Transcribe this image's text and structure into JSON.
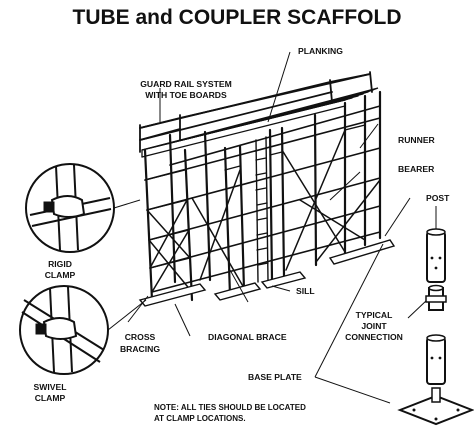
{
  "title": "TUBE and COUPLER SCAFFOLD",
  "labels": {
    "planking": "PLANKING",
    "guard_rail_line1": "GUARD RAIL SYSTEM",
    "guard_rail_line2": "WITH TOE BOARDS",
    "runner": "RUNNER",
    "bearer": "BEARER",
    "post": "POST",
    "rigid_clamp_line1": "RIGID",
    "rigid_clamp_line2": "CLAMP",
    "swivel_clamp_line1": "SWIVEL",
    "swivel_clamp_line2": "CLAMP",
    "sill": "SILL",
    "diagonal_brace": "DIAGONAL BRACE",
    "cross_bracing_line1": "CROSS",
    "cross_bracing_line2": "BRACING",
    "typical_joint_line1": "TYPICAL",
    "typical_joint_line2": "JOINT",
    "typical_joint_line3": "CONNECTION",
    "base_plate": "BASE PLATE"
  },
  "note": {
    "line1": "NOTE: ALL TIES SHOULD BE LOCATED",
    "line2": "AT CLAMP LOCATIONS."
  },
  "colors": {
    "ink": "#111111",
    "background": "#ffffff"
  }
}
